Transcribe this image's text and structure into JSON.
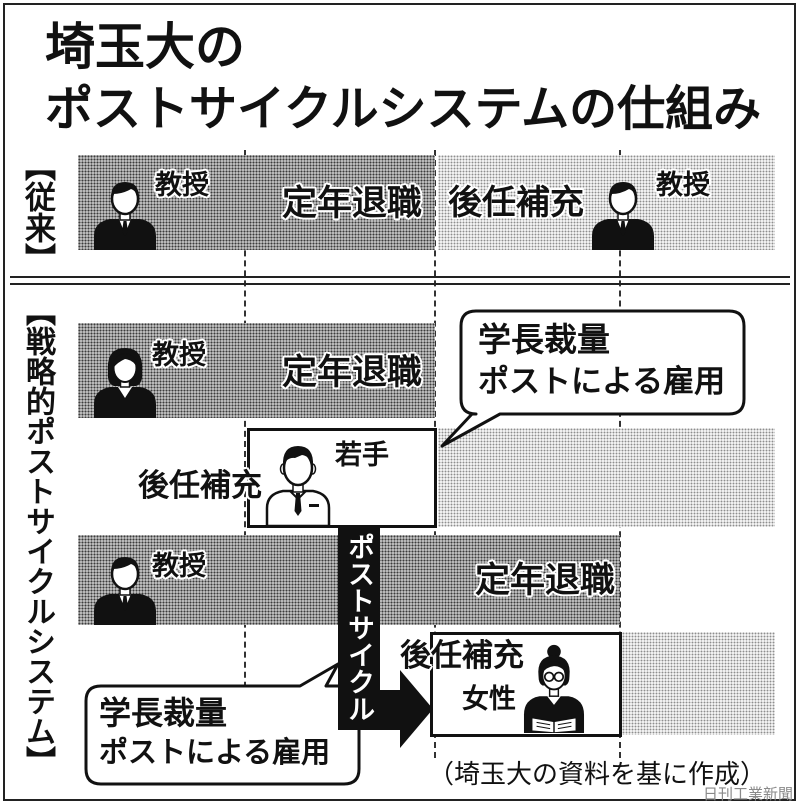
{
  "title": {
    "line1": "埼玉大の",
    "line2": "ポストサイクルシステムの仕組み"
  },
  "conventional": {
    "label": "【従来】",
    "retiring": {
      "role": "教授",
      "event": "定年退職",
      "icon": "male-professor-icon"
    },
    "successor": {
      "event": "後任補充",
      "role": "教授",
      "icon": "male-professor-icon"
    }
  },
  "strategic": {
    "label": "【戦略的ポストサイクルシステム】",
    "first_retiring": {
      "role": "教授",
      "event": "定年退職",
      "icon": "female-professor-icon"
    },
    "young_successor": {
      "label": "後任補充",
      "role": "若手",
      "icon": "young-researcher-icon"
    },
    "second_retiring": {
      "role": "教授",
      "event": "定年退職",
      "icon": "male-professor-icon"
    },
    "female_successor": {
      "label": "後任補充",
      "role": "女性",
      "icon": "female-researcher-icon"
    },
    "post_cycle": "ポストサイクル",
    "callouts": [
      {
        "line1": "学長裁量",
        "line2": "ポストによる雇用"
      },
      {
        "line1": "学長裁量",
        "line2": "ポストによる雇用"
      }
    ]
  },
  "source_note": "（埼玉大の資料を基に作成）",
  "credit": "日刊工業新聞",
  "colors": {
    "ink": "#111111",
    "retiring_fill": "#a8a8a8",
    "vacancy_fill": "#e2e2e2",
    "new_hire_fill": "#ffffff"
  }
}
